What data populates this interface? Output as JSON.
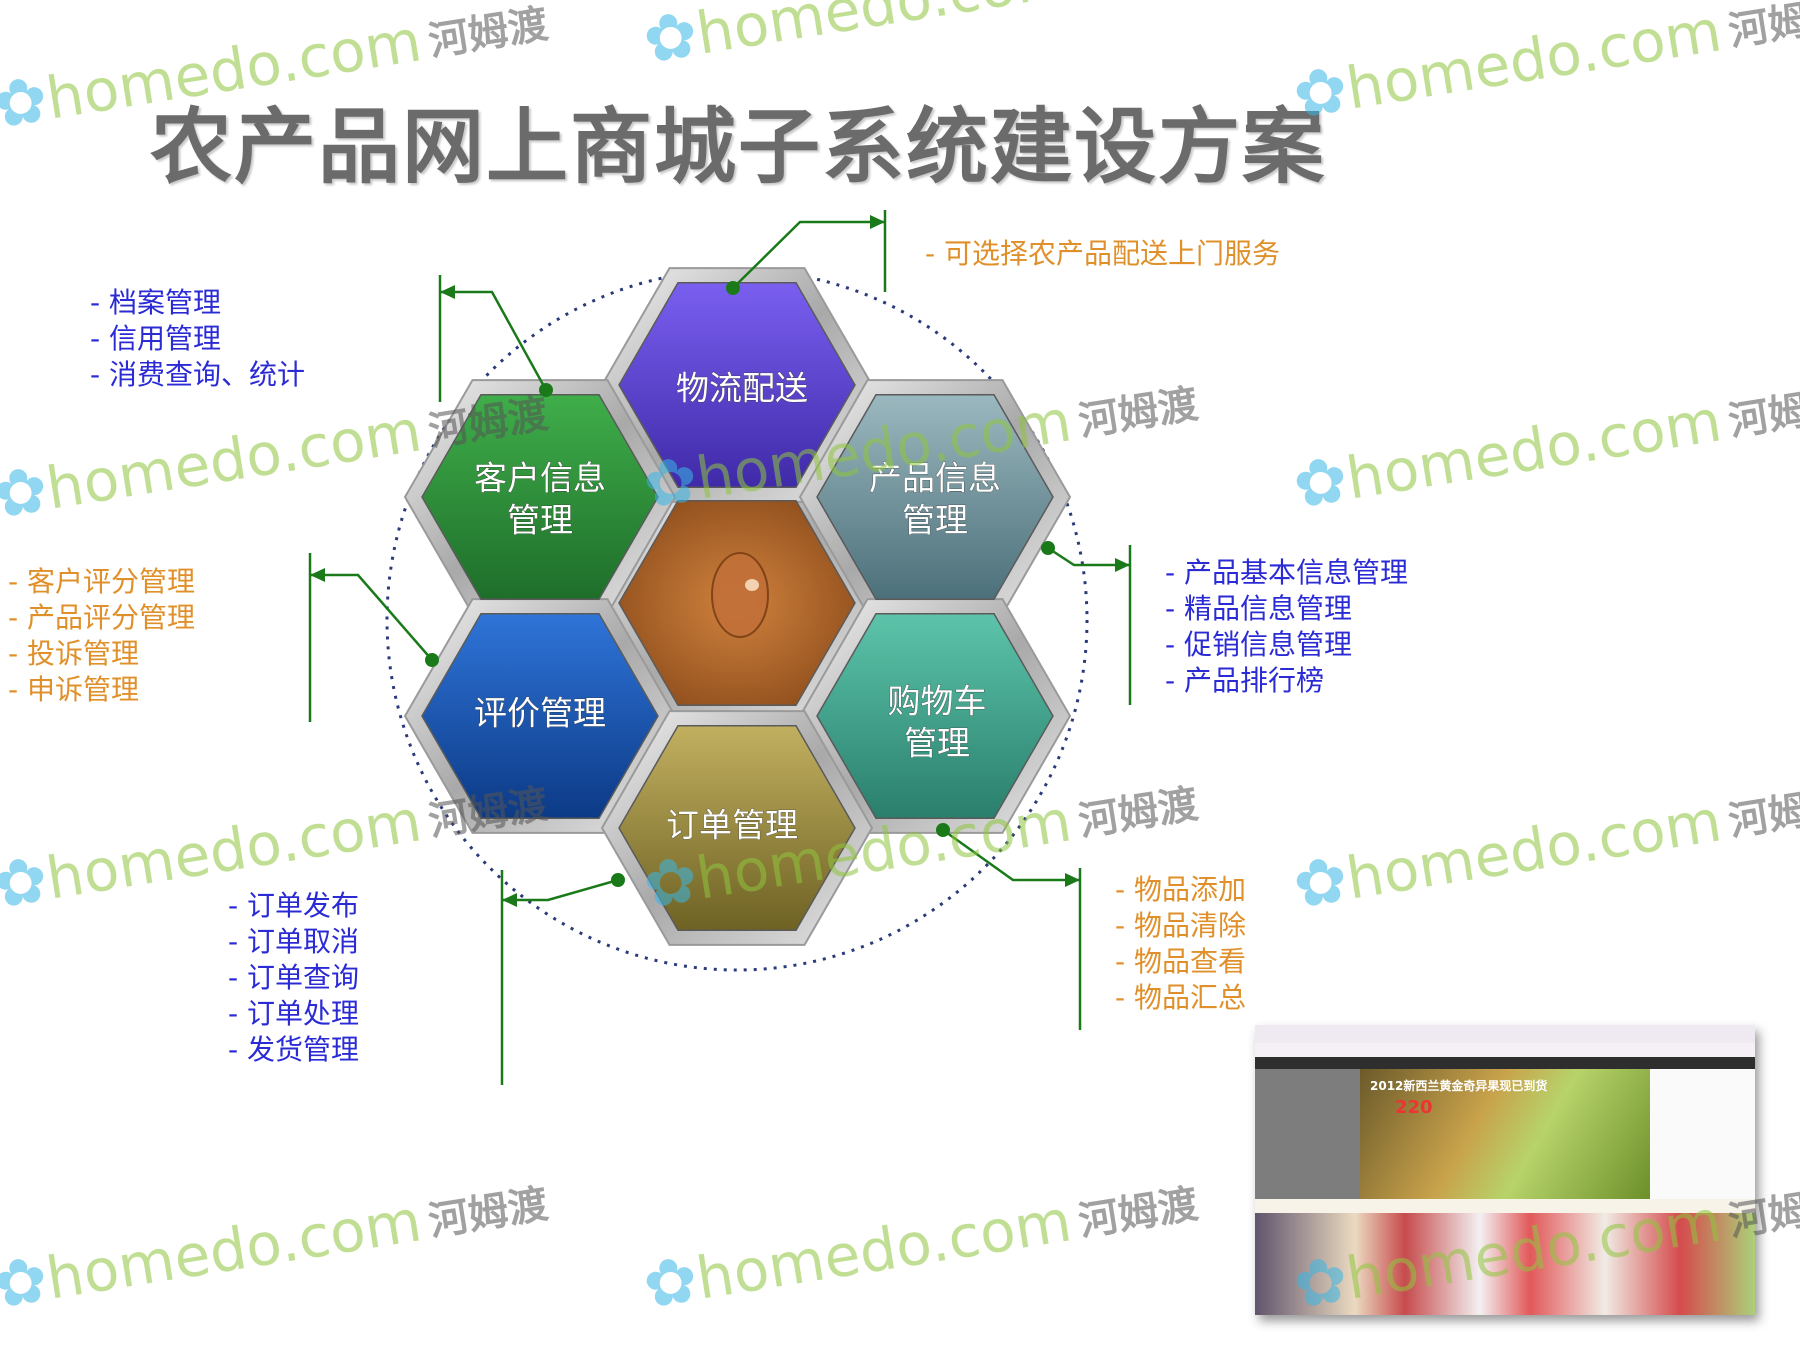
{
  "title": "农产品网上商城子系统建设方案",
  "hexagons": {
    "logistics": "物流配送",
    "customer": [
      "客户信息",
      "管理"
    ],
    "product": [
      "产品信息",
      "管理"
    ],
    "review": "评价管理",
    "cart": [
      "购物车",
      "管理"
    ],
    "order": "订单管理"
  },
  "logistics_note": "可选择农产品配送上门服务",
  "customer_items": [
    "档案管理",
    "信用管理",
    "消费查询、统计"
  ],
  "review_items": [
    "客户评分管理",
    "产品评分管理",
    "投诉管理",
    "申诉管理"
  ],
  "product_items": [
    "产品基本信息管理",
    "精品信息管理",
    "促销信息管理",
    "产品排行榜"
  ],
  "cart_items": [
    "物品添加",
    "物品清除",
    "物品查看",
    "物品汇总"
  ],
  "order_items": [
    "订单发布",
    "订单取消",
    "订单查询",
    "订单处理",
    "发货管理"
  ],
  "watermark": {
    "brand": "homedo.com",
    "cn": "河姆渡",
    "icon": "flower-icon"
  },
  "thumbnail": {
    "banner_text": "2012新西兰黄金奇异果现已到货",
    "price": "220"
  },
  "colors": {
    "logistics": "#5a3fc8",
    "customer": "#2e8f3a",
    "product": "#6a8e96",
    "review": "#1552b0",
    "cart": "#3aa08a",
    "order": "#9a8a3a",
    "center": "#b86a2e",
    "list_blue": "#2b2bd6",
    "list_orange": "#e0902a",
    "connector": "#1a7a1a"
  }
}
